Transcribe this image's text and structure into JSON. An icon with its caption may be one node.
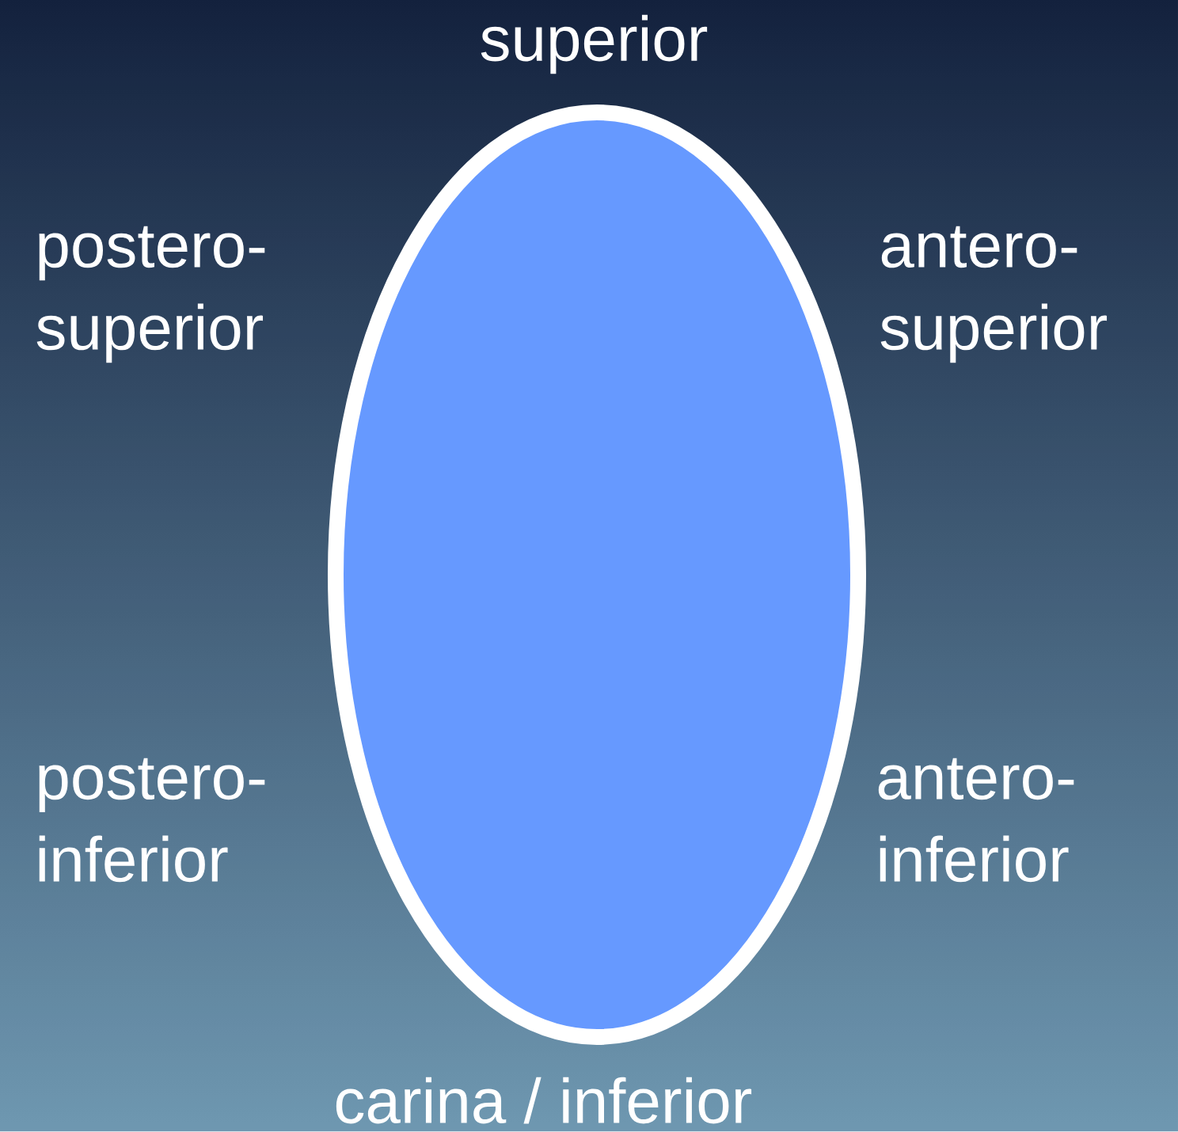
{
  "diagram": {
    "labels": [
      "superior",
      "postero-superior",
      "antero-superior",
      "postero-inferior",
      "antero-inferior",
      "carina / inferior"
    ]
  }
}
